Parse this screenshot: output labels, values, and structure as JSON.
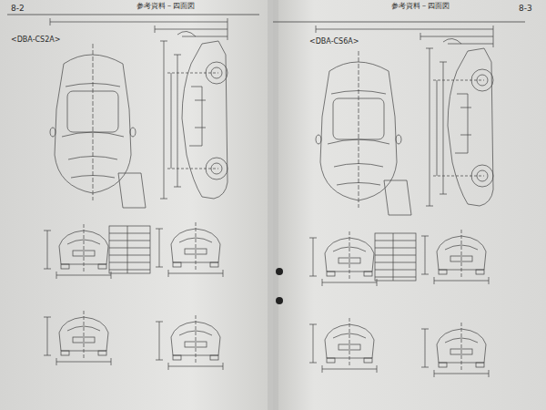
{
  "diagram": {
    "labels": [
      "8-2",
      "参考資料－四面図",
      "<DBA-CS2A>",
      "8-3",
      "参考資料－四面図",
      "<DBA-CS6A>"
    ]
  }
}
